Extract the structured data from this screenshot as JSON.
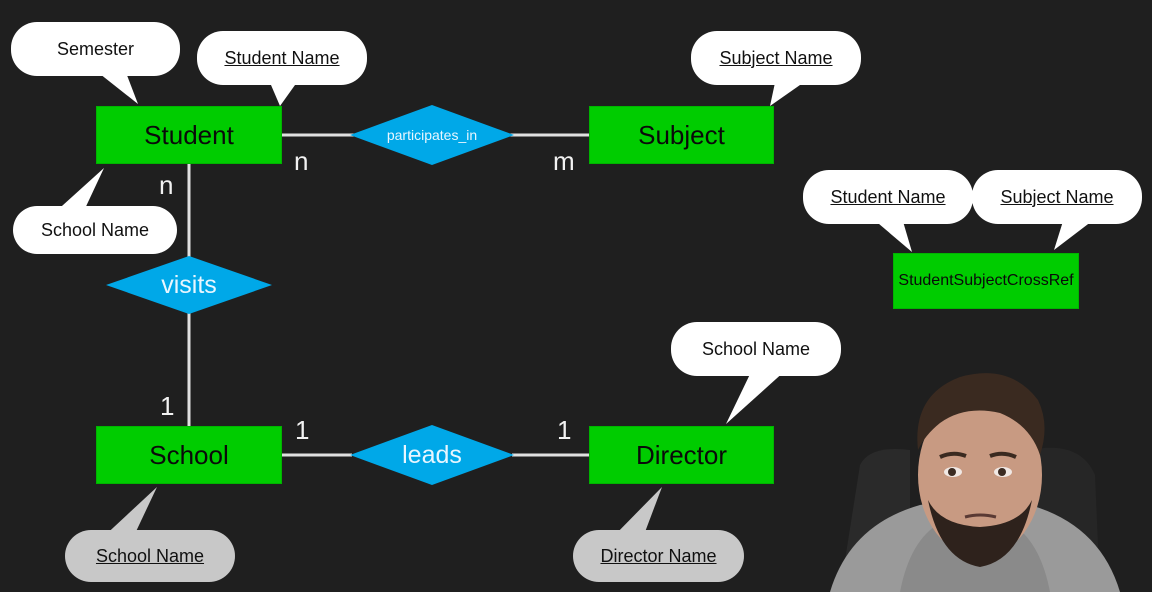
{
  "entities": {
    "student": "Student",
    "subject": "Subject",
    "school": "School",
    "director": "Director",
    "cross_ref": "StudentSubjectCrossRef"
  },
  "relationships": {
    "participates_in": "participates_in",
    "visits": "visits",
    "leads": "leads"
  },
  "cardinalities": {
    "student_participates": "n",
    "subject_participates": "m",
    "student_visits": "n",
    "school_visits": "1",
    "school_leads": "1",
    "director_leads": "1"
  },
  "attributes": {
    "semester": "Semester",
    "student_name": "Student Name",
    "student_school_name": "School Name",
    "subject_name": "Subject Name",
    "crossref_student_name": "Student Name",
    "crossref_subject_name": "Subject Name",
    "director_school_name": "School Name",
    "school_name": "School Name",
    "director_name": "Director Name"
  },
  "colors": {
    "background": "#1f1f1f",
    "entity": "#00cc00",
    "relationship": "#00a8e8",
    "line": "#e0e0e0",
    "bubble": "#ffffff",
    "key_bubble_bottom": "#c8c8c8"
  }
}
